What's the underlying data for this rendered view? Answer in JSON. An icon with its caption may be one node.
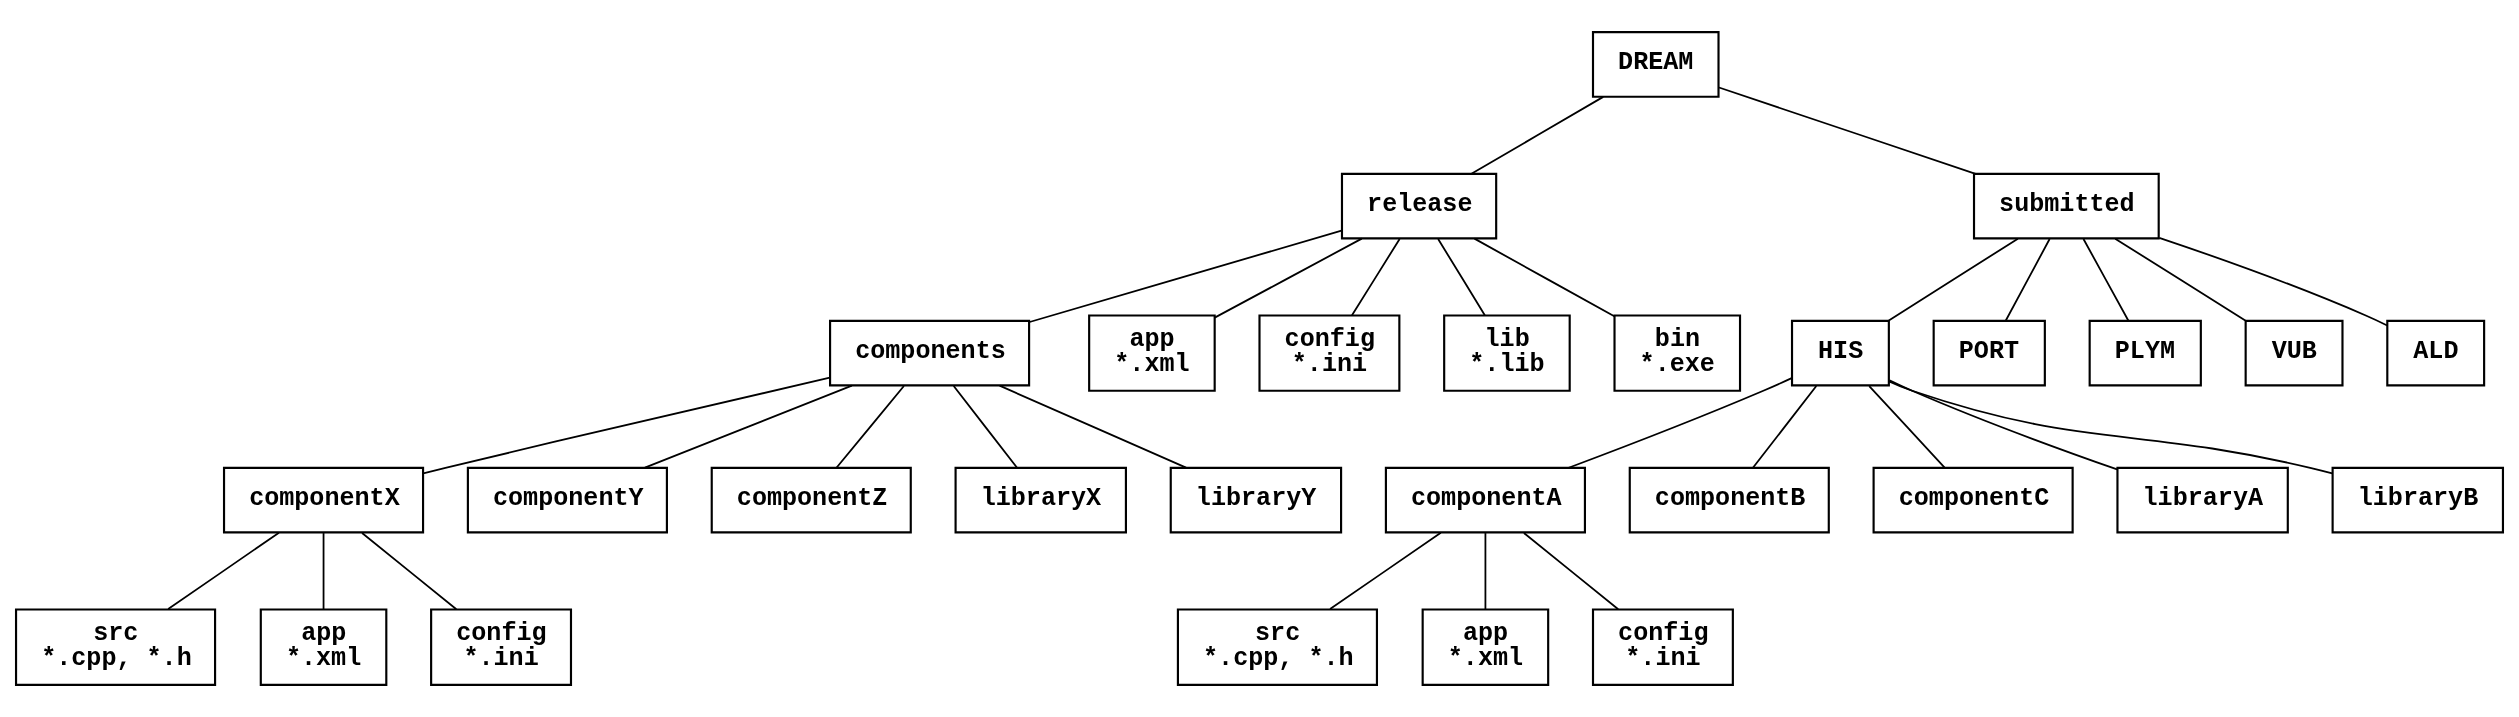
{
  "diagram": {
    "nodes": [
      {
        "text": [
          "DREAM"
        ]
      },
      {
        "text": [
          "release"
        ]
      },
      {
        "text": [
          "submitted"
        ]
      },
      {
        "text": [
          "components"
        ]
      },
      {
        "text": [
          "app",
          "*.xml"
        ]
      },
      {
        "text": [
          "config",
          "*.ini"
        ]
      },
      {
        "text": [
          "lib",
          "*.lib"
        ]
      },
      {
        "text": [
          "bin",
          "*.exe"
        ]
      },
      {
        "text": [
          "HIS"
        ]
      },
      {
        "text": [
          "PORT"
        ]
      },
      {
        "text": [
          "PLYM"
        ]
      },
      {
        "text": [
          "VUB"
        ]
      },
      {
        "text": [
          "ALD"
        ]
      },
      {
        "text": [
          "componentX"
        ]
      },
      {
        "text": [
          "componentY"
        ]
      },
      {
        "text": [
          "componentZ"
        ]
      },
      {
        "text": [
          "libraryX"
        ]
      },
      {
        "text": [
          "libraryY"
        ]
      },
      {
        "text": [
          "componentA"
        ]
      },
      {
        "text": [
          "componentB"
        ]
      },
      {
        "text": [
          "componentC"
        ]
      },
      {
        "text": [
          "libraryA"
        ]
      },
      {
        "text": [
          "libraryB"
        ]
      },
      {
        "text": [
          "src",
          "*.cpp, *.h"
        ]
      },
      {
        "text": [
          "app",
          "*.xml"
        ]
      },
      {
        "text": [
          "config",
          "*.ini"
        ]
      },
      {
        "text": [
          "src",
          "*.cpp, *.h"
        ]
      },
      {
        "text": [
          "app",
          "*.xml"
        ]
      },
      {
        "text": [
          "config",
          "*.ini"
        ]
      }
    ],
    "edges": [
      {
        "from": 0,
        "to": 1,
        "arrow": "none"
      },
      {
        "from": 0,
        "to": 2,
        "arrow": "none"
      },
      {
        "from": 1,
        "to": 3,
        "arrow": "none"
      },
      {
        "from": 1,
        "to": 4,
        "arrow": "none"
      },
      {
        "from": 1,
        "to": 5,
        "arrow": "none"
      },
      {
        "from": 1,
        "to": 6,
        "arrow": "none"
      },
      {
        "from": 1,
        "to": 7,
        "arrow": "none"
      },
      {
        "from": 2,
        "to": 8,
        "arrow": "none"
      },
      {
        "from": 2,
        "to": 9,
        "arrow": "none"
      },
      {
        "from": 2,
        "to": 10,
        "arrow": "none"
      },
      {
        "from": 2,
        "to": 11,
        "arrow": "none"
      },
      {
        "from": 2,
        "to": 12,
        "arrow": "none"
      },
      {
        "from": 3,
        "to": 13,
        "arrow": "none"
      },
      {
        "from": 3,
        "to": 14,
        "arrow": "none"
      },
      {
        "from": 3,
        "to": 15,
        "arrow": "none"
      },
      {
        "from": 3,
        "to": 16,
        "arrow": "none"
      },
      {
        "from": 3,
        "to": 17,
        "arrow": "none"
      },
      {
        "from": 8,
        "to": 18,
        "arrow": "none"
      },
      {
        "from": 8,
        "to": 19,
        "arrow": "none"
      },
      {
        "from": 8,
        "to": 20,
        "arrow": "none"
      },
      {
        "from": 8,
        "to": 21,
        "arrow": "none"
      },
      {
        "from": 8,
        "to": 22,
        "arrow": "none"
      },
      {
        "from": 13,
        "to": 23,
        "arrow": "none"
      },
      {
        "from": 13,
        "to": 24,
        "arrow": "none"
      },
      {
        "from": 13,
        "to": 25,
        "arrow": "none"
      },
      {
        "from": 18,
        "to": 26,
        "arrow": "none"
      },
      {
        "from": 18,
        "to": 27,
        "arrow": "none"
      },
      {
        "from": 18,
        "to": 28,
        "arrow": "none"
      }
    ]
  }
}
